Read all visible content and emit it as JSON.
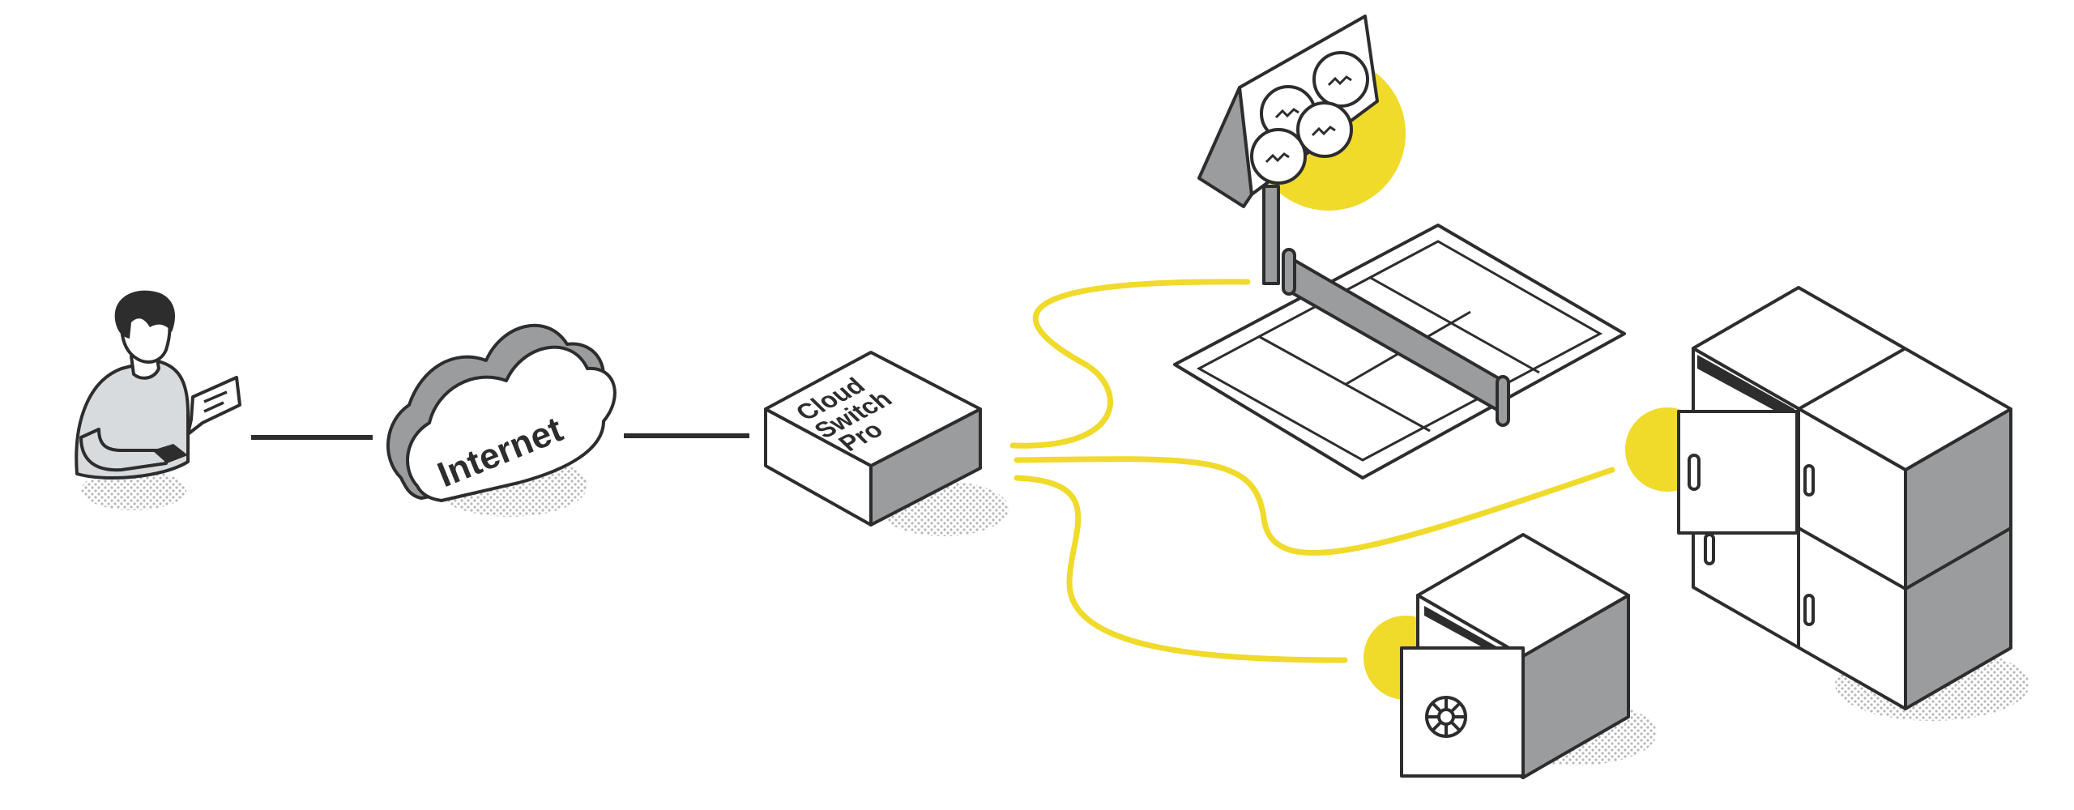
{
  "nodes": {
    "internet": {
      "label": "Internet"
    },
    "switch": {
      "line1": "Cloud",
      "line2": "Switch",
      "line3": "Pro"
    }
  },
  "colors": {
    "outline": "#2d2d2d",
    "gray": "#9a9c9e",
    "light_gray": "#d8dbde",
    "yellow": "#f0da2a",
    "dots": "#b8b8b8"
  },
  "icons": [
    "person-with-phone-icon",
    "cloud-icon",
    "switch-box-icon",
    "floodlight-icon",
    "tennis-court-icon",
    "locker-icon",
    "safe-icon"
  ]
}
